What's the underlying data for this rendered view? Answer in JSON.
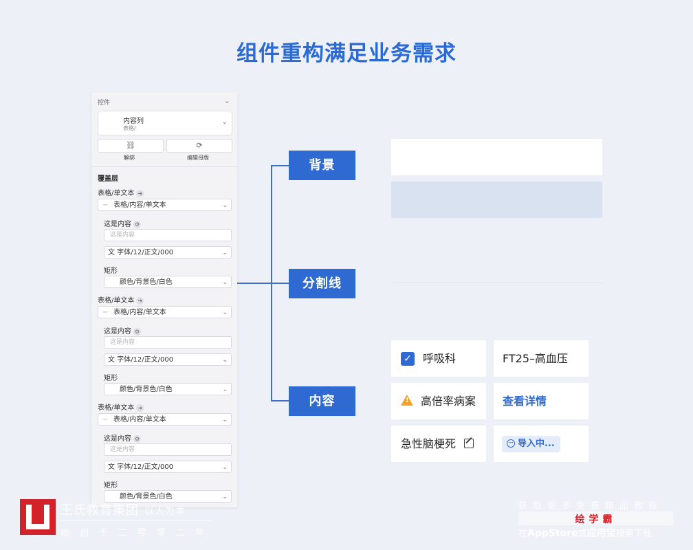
{
  "title": "组件重构满足业务需求",
  "panel": {
    "header": "控件",
    "component": {
      "name": "内容列",
      "sub": "表格/"
    },
    "actions": [
      {
        "icon": "unlink-icon",
        "glyph": "⛓",
        "label": "解绑"
      },
      {
        "icon": "refresh-icon",
        "glyph": "⟳",
        "label": "编辑母版"
      }
    ],
    "section_title": "覆盖层",
    "groups": [
      {
        "table_label": "表格/单文本",
        "table_value": "表格/内容/单文本",
        "content_label": "这是内容",
        "content_placeholder": "这是内容",
        "font_value": "文 字体/12/正文/000",
        "rect_label": "矩形",
        "rect_value": "颜色/背景色/白色"
      },
      {
        "table_label": "表格/单文本",
        "table_value": "表格/内容/单文本",
        "content_label": "这是内容",
        "content_placeholder": "这是内容",
        "font_value": "文 字体/12/正文/000",
        "rect_label": "矩形",
        "rect_value": "颜色/背景色/白色"
      },
      {
        "table_label": "表格/单文本",
        "table_value": "表格/内容/单文本",
        "content_label": "这是内容",
        "content_placeholder": "这是内容",
        "font_value": "文 字体/12/正文/000",
        "rect_label": "矩形",
        "rect_value": "颜色/背景色/白色"
      }
    ]
  },
  "tags": {
    "background": "背景",
    "divider": "分割线",
    "content": "内容"
  },
  "cells": {
    "r1c1": "呼吸科",
    "r1c2": "FT25–高血压",
    "r2c1": "高倍率病案",
    "r2c2": "查看详情",
    "r3c1": "急性脑梗死",
    "r3c2": "导入中..."
  },
  "watermark": {
    "left_name": "王氏教育集团",
    "left_slogan": "以人为本",
    "left_sub": "始创于二零零二年",
    "right_top": "获取更多免费精品教程",
    "right_brand": "绘学霸",
    "right_prefix": "在",
    "right_store": "AppStore",
    "right_mid": "或",
    "right_app": "应用宝",
    "right_suffix": "搜索下载"
  },
  "colors": {
    "accent": "#2e6ad1",
    "background": "#edf0f6",
    "warning": "#f3a321",
    "logo_red": "#d3232a"
  }
}
